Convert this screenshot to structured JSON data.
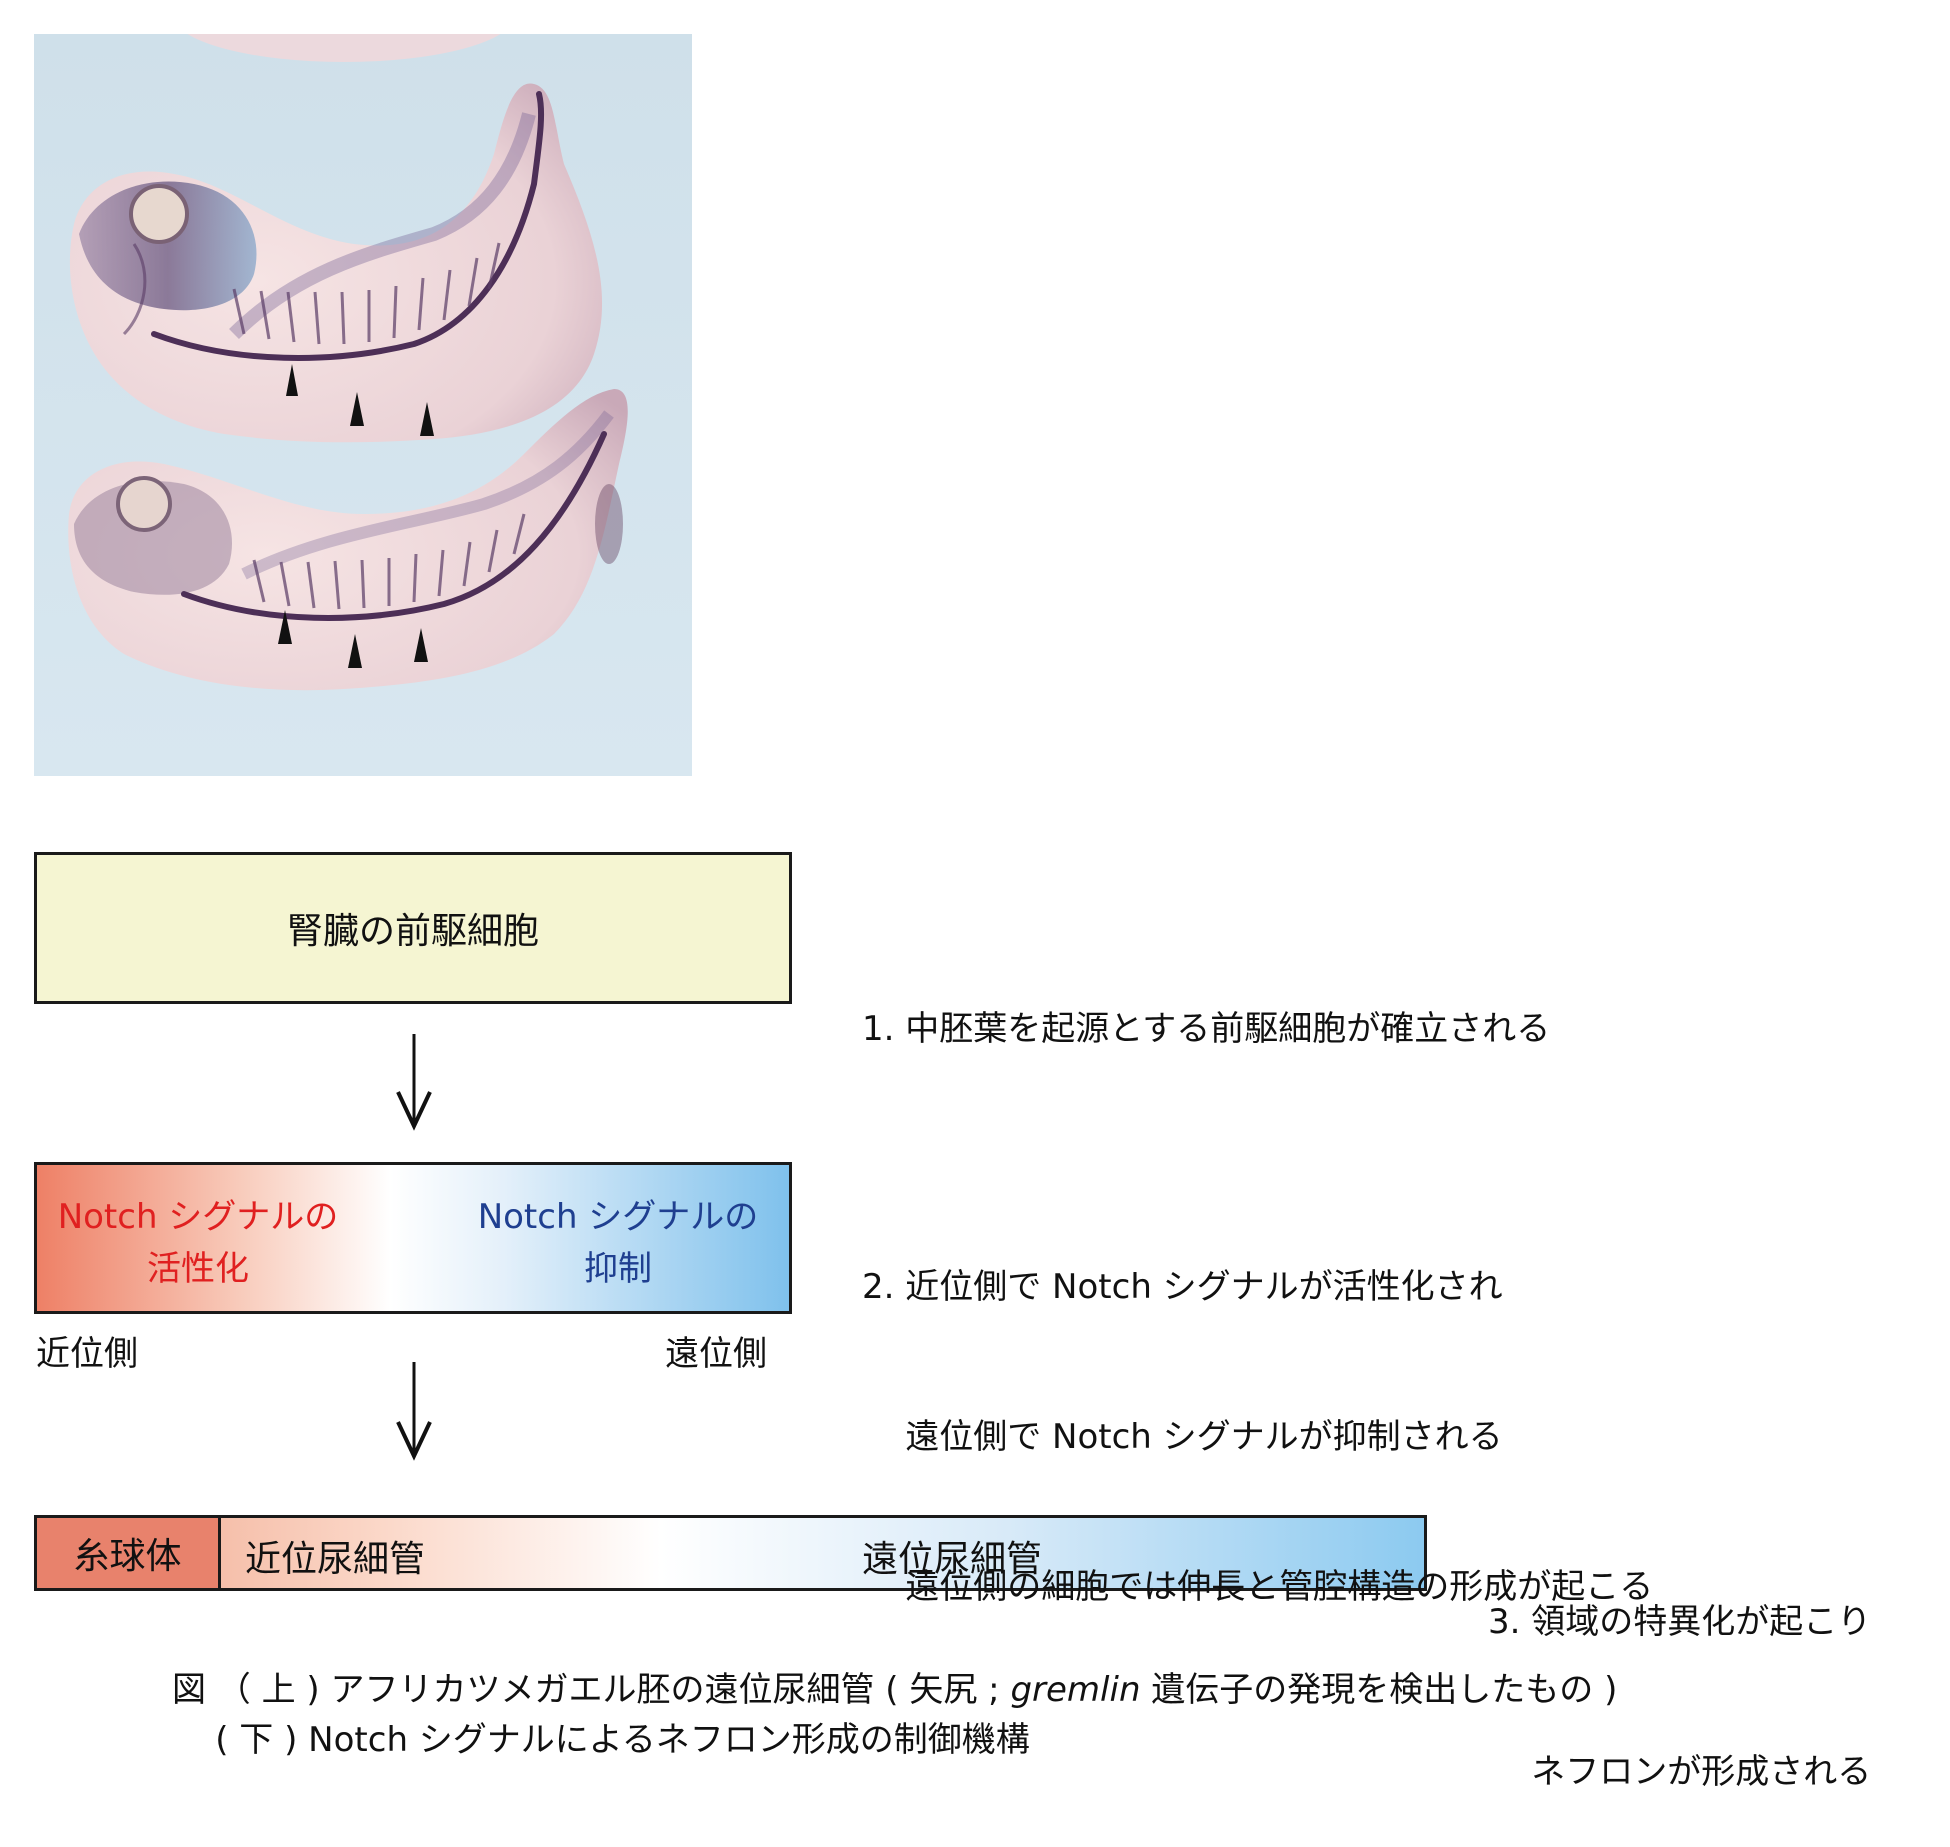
{
  "photo": {
    "alt": "",
    "arrowhead_count": 6
  },
  "diagram": {
    "progenitor_box": "腎臓の前駆細胞",
    "notch_active": [
      "Notch シグナルの",
      "活性化"
    ],
    "notch_inhibit": [
      "Notch シグナルの",
      "抑制"
    ],
    "proximal_side": "近位側",
    "distal_side": "遠位側",
    "nephron": {
      "glomerulus": "糸球体",
      "proximal_tubule": "近位尿細管",
      "distal_tubule": "遠位尿細管"
    }
  },
  "steps": [
    [
      "1. 中胚葉を起源とする前駆細胞が確立される"
    ],
    [
      "2. 近位側で Notch シグナルが活性化され",
      "    遠位側で Notch シグナルが抑制される",
      "    遠位側の細胞では伸長と管腔構造の形成が起こる"
    ],
    [
      "3. 領域の特異化が起こり",
      "    ネフロンが形成される"
    ]
  ],
  "caption": {
    "line1_prefix": "図 （ 上 ) アフリカツメガエル胚の遠位尿細管 ( 矢尻 ; ",
    "line1_gene": "gremlin",
    "line1_suffix": " 遺伝子の発現を検出したもの )",
    "line2": "    ( 下 ) Notch シグナルによるネフロン形成の制御機構"
  },
  "colors": {
    "progenitor_fill": "#f5f5d2",
    "notch_active_text": "#e02020",
    "notch_inhibit_text": "#1f3f90",
    "glomerulus_fill": "#e8826c",
    "photo_background": "#cfe2ee"
  }
}
